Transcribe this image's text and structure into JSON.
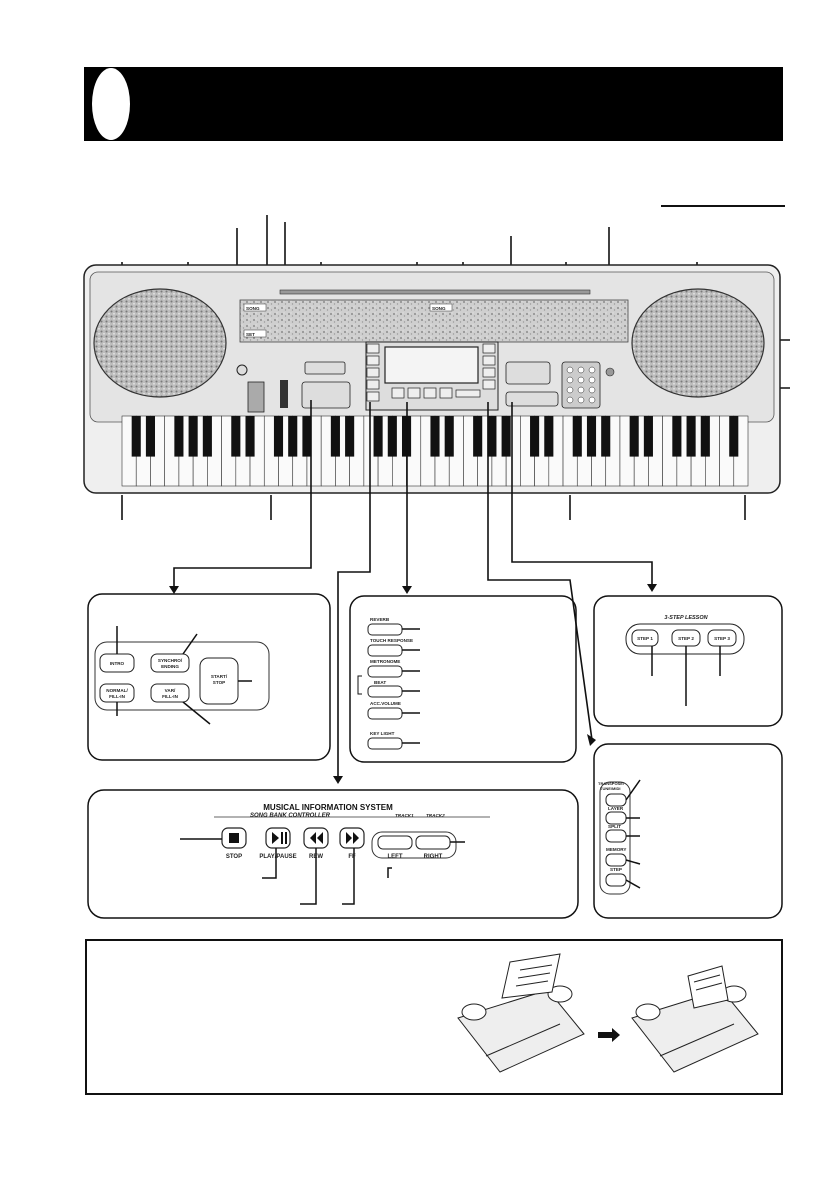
{
  "header": {
    "band_color": "#000000"
  },
  "mis_panel": {
    "title": "MUSICAL INFORMATION SYSTEM",
    "subtitle": "SONG BANK CONTROLLER",
    "track1": "TRACK1",
    "track2": "TRACK2",
    "buttons": {
      "stop": "STOP",
      "play_pause": "PLAY/PAUSE",
      "rew": "REW",
      "ff": "FF",
      "left": "LEFT",
      "right": "RIGHT"
    }
  },
  "accomp_panel": {
    "intro": "INTRO",
    "synchro_ending": [
      "SYNCHRO/",
      "ENDING"
    ],
    "start_stop": [
      "START/",
      "STOP"
    ],
    "normal_fill_in": [
      "NORMAL/",
      "FILL-IN"
    ],
    "variation_fill_in": [
      "VAR/",
      "FILL-IN"
    ]
  },
  "function_panel": {
    "reverb": "REVERB",
    "touch_response": "TOUCH RESPONSE",
    "metronome": "METRONOME",
    "beat": "BEAT",
    "acc_volume": "ACC.VOLUME",
    "key_light": "KEY LIGHT"
  },
  "lesson_panel": {
    "title": "3-STEP LESSON",
    "step1": "STEP 1",
    "step2": "STEP 2",
    "step3": "STEP 3"
  },
  "transpose_panel": {
    "transpose_tune": [
      "TRANSPOSE/",
      "TUNE/MIDI"
    ],
    "layer": "LAYER",
    "split": "SPLIT",
    "memory": "MEMORY",
    "step": "STEP"
  },
  "keyboard_panel": {
    "song_label": "SONG",
    "left_label": "SONG",
    "hold_label": "SET"
  }
}
